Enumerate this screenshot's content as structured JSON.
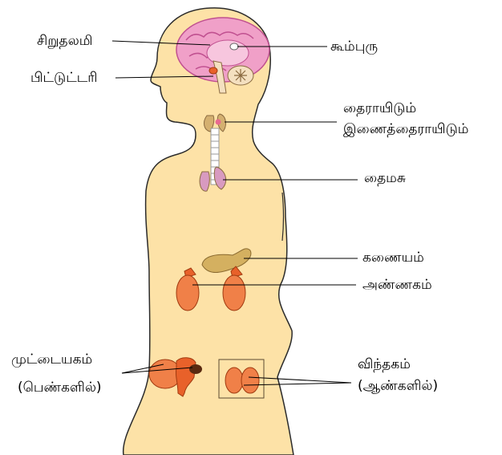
{
  "colors": {
    "skin": "#fde2a7",
    "outline": "#2b2b2b",
    "brain": "#f0a0c8",
    "brain_inner": "#f7c6de",
    "gland_orange": "#e8612a",
    "gland_tan": "#d8b060",
    "spine": "#ffffff",
    "leader": "#000000"
  },
  "labels": {
    "hypothalamus": "சிறுதலமி",
    "pituitary": "பிட்டுட்டரி",
    "pineal": "கூம்புரு",
    "thyroid": "தைராயிடும்",
    "parathyroid": "இணைத்தைராயிடும்",
    "thymus": "தைமசு",
    "pancreas": "கணையம்",
    "adrenal": "அண்ணகம்",
    "ovary_1": "முட்டையகம்",
    "ovary_2": "(பெண்களில்)",
    "testis_1": "விந்தகம்",
    "testis_2": "(ஆண்களில்)"
  }
}
